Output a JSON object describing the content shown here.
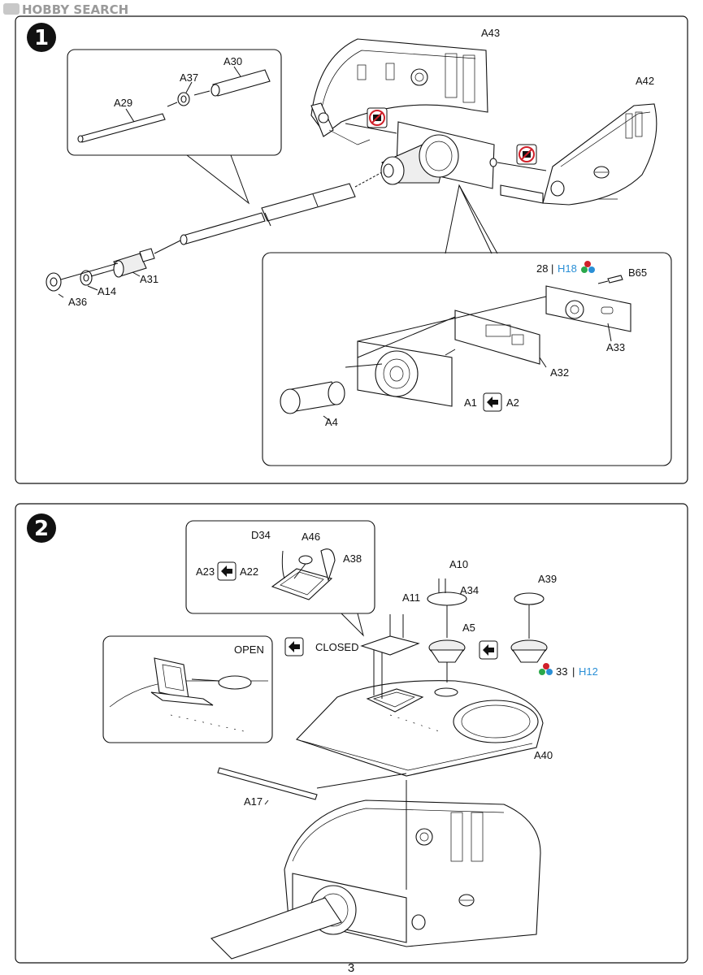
{
  "watermark": "HOBBY SEARCH",
  "page_number": "3",
  "step1": {
    "number": "1",
    "labels": {
      "a29": "A29",
      "a37": "A37",
      "a30": "A30",
      "a43": "A43",
      "a42": "A42",
      "a31": "A31",
      "a14": "A14",
      "a36": "A36",
      "paint_num": "28",
      "paint_sep": "|",
      "paint_code": "H18",
      "b65": "B65",
      "a33": "A33",
      "a32": "A32",
      "a1": "A1",
      "a2": "A2",
      "a4": "A4"
    }
  },
  "step2": {
    "number": "2",
    "labels": {
      "d34": "D34",
      "a46": "A46",
      "a38": "A38",
      "a23": "A23",
      "a22": "A22",
      "a10": "A10",
      "a11": "A11",
      "a34": "A34",
      "a39": "A39",
      "a5": "A5",
      "open": "OPEN",
      "closed": "CLOSED",
      "paint_num": "33",
      "paint_sep": "|",
      "paint_code": "H12",
      "a40": "A40",
      "a17": "A17"
    }
  },
  "colors": {
    "paint_blue": "#2a8fd6",
    "no_glue_red": "#d0202a",
    "step_badge": "#111111"
  },
  "icons": [
    "no-glue-icon",
    "alternative-arrow-icon",
    "paint-color-dots-icon"
  ]
}
